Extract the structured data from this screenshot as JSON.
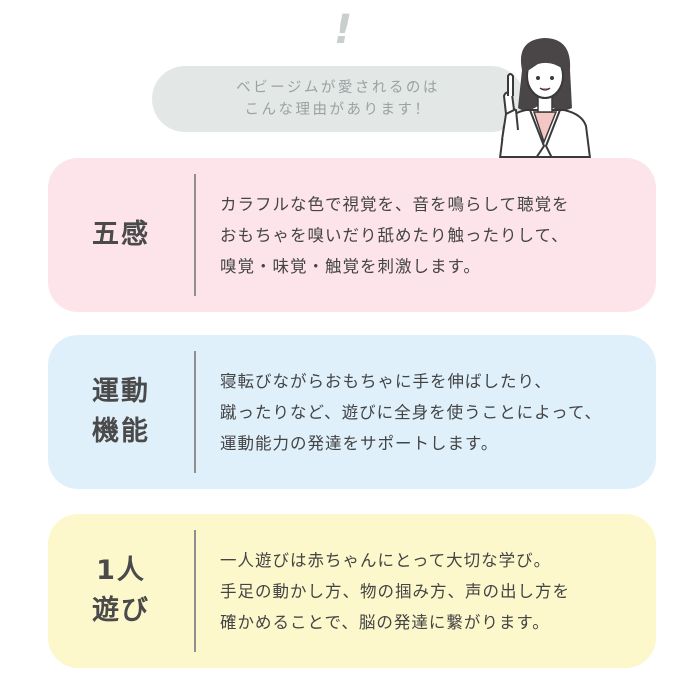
{
  "header": {
    "exclaim": "!",
    "bubble_lines": [
      "ベビージムが愛されるのは",
      "こんな理由があります！"
    ]
  },
  "colors": {
    "pink": "#fce4ea",
    "blue": "#dff0fb",
    "yellow": "#fcf8cc",
    "bubble": "#e3e8e7"
  },
  "cards": [
    {
      "title_lines": [
        "五感"
      ],
      "body_lines": [
        "カラフルな色で視覚を、音を鳴らして聴覚を",
        "おもちゃを嗅いだり舐めたり触ったりして、",
        "嗅覚・味覚・触覚を刺激します。"
      ]
    },
    {
      "title_lines": [
        "運動",
        "機能"
      ],
      "body_lines": [
        "寝転びながらおもちゃに手を伸ばしたり、",
        "蹴ったりなど、遊びに全身を使うことによって、",
        "運動能力の発達をサポートします。"
      ]
    },
    {
      "title_lines": [
        "1人",
        "遊び"
      ],
      "body_lines": [
        "一人遊びは赤ちゃんにとって大切な学び。",
        "手足の動かし方、物の掴み方、声の出し方を",
        "確かめることで、脳の発達に繋がります。"
      ]
    }
  ]
}
